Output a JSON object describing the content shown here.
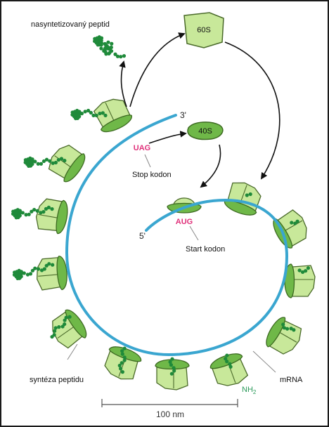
{
  "labels": {
    "peptide_released": "nasyntetizovaný peptid",
    "subunit_large": "60S",
    "subunit_small": "40S",
    "three_prime": "3'",
    "five_prime": "5'",
    "stop_codon_seq": "UAG",
    "stop_codon": "Stop kodon",
    "start_codon_seq": "AUG",
    "start_codon": "Start kodon",
    "peptide_synthesis": "syntéza peptidu",
    "mrna": "mRNA",
    "amino_end": "NH",
    "amino_end_sub": "2",
    "scale": "100 nm"
  },
  "colors": {
    "mrna": "#3aa6d0",
    "large_subunit": "#c8e89a",
    "small_subunit": "#6fb848",
    "outline": "#4a6a2a",
    "peptide": "#1f8a3a",
    "codon": "#e0307a"
  }
}
